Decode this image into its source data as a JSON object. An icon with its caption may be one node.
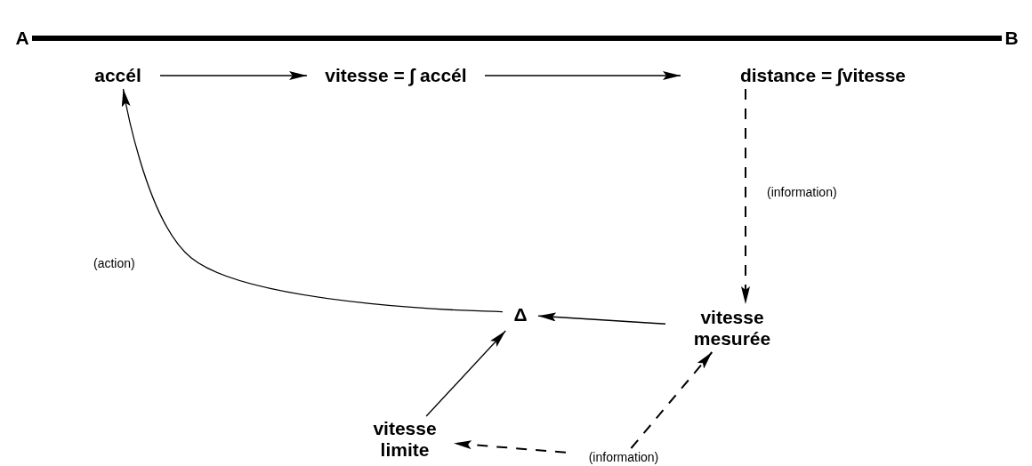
{
  "diagram": {
    "nodes": [
      {
        "text": [
          "A"
        ]
      },
      {
        "text": [
          "B"
        ]
      },
      {
        "text": [
          "accél"
        ]
      },
      {
        "text": [
          "vitesse = ∫ accél"
        ]
      },
      {
        "text": [
          "distance = ∫vitesse"
        ]
      },
      {
        "text": [
          "Δ"
        ]
      },
      {
        "text": [
          "vitesse mesurée"
        ]
      },
      {
        "text": [
          "vitesse limite"
        ]
      },
      {
        "text": [
          "(information)"
        ]
      }
    ],
    "edges": [
      {
        "from": 0,
        "to": 1,
        "arrow": "none",
        "style": "thick"
      },
      {
        "from": 2,
        "to": 3,
        "arrow": "to"
      },
      {
        "from": 3,
        "to": 4,
        "arrow": "to"
      },
      {
        "from": 4,
        "to": 6,
        "arrow": "to",
        "style": "dashed",
        "label": "(information)"
      },
      {
        "from": 6,
        "to": 5,
        "arrow": "to"
      },
      {
        "from": 7,
        "to": 5,
        "arrow": "to"
      },
      {
        "from": 5,
        "to": 2,
        "arrow": "to",
        "label": "(action)"
      },
      {
        "from": 8,
        "to": 7,
        "arrow": "to",
        "style": "dashed"
      },
      {
        "from": 8,
        "to": 6,
        "arrow": "to",
        "style": "dashed"
      }
    ]
  }
}
